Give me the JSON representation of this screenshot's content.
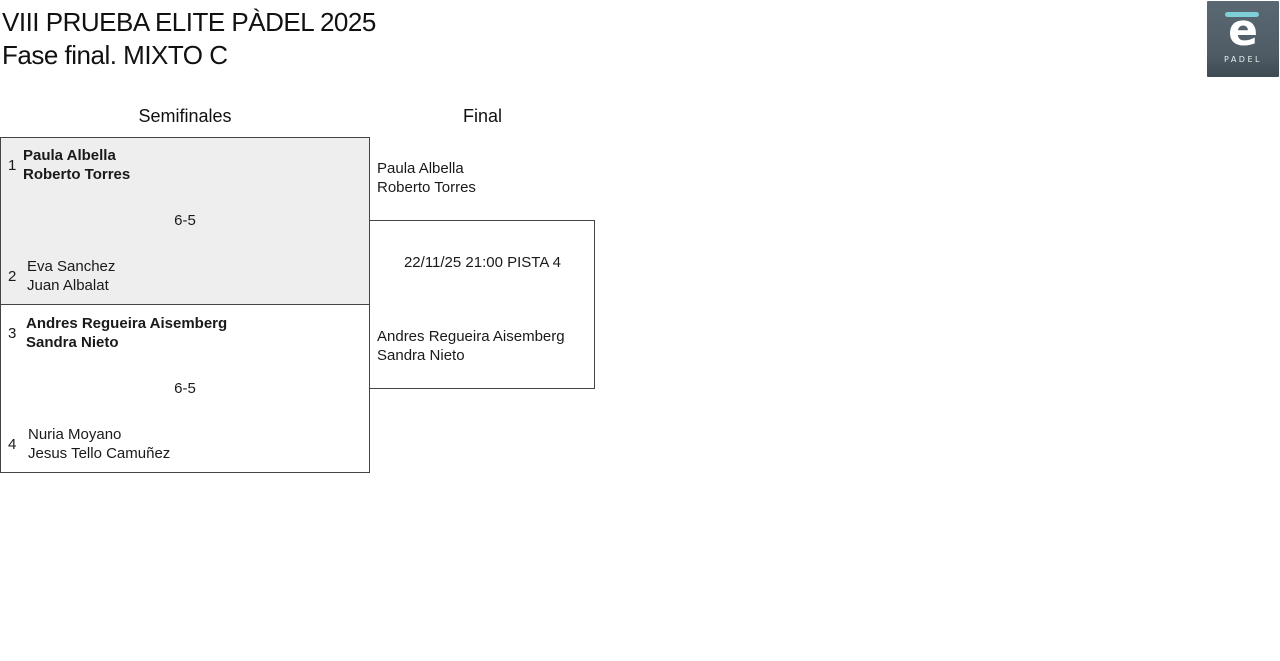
{
  "header": {
    "title_line1": "VIII PRUEBA ELITE PÀDEL 2025",
    "title_line2": "Fase final. MIXTO C",
    "logo_letter": "e",
    "logo_word": "PADEL"
  },
  "rounds": {
    "semifinals_label": "Semifinales",
    "final_label": "Final"
  },
  "semifinals": [
    {
      "score": "6-5",
      "team_top": {
        "seed": "1",
        "player1": "Paula Albella",
        "player2": "Roberto Torres",
        "winner": true
      },
      "team_bottom": {
        "seed": "2",
        "player1": "Eva Sanchez",
        "player2": "Juan Albalat",
        "winner": false
      }
    },
    {
      "score": "6-5",
      "team_top": {
        "seed": "3",
        "player1": "Andres Regueira Aisemberg",
        "player2": "Sandra Nieto",
        "winner": true
      },
      "team_bottom": {
        "seed": "4",
        "player1": "Nuria Moyano",
        "player2": "Jesus Tello Camuñez",
        "winner": false
      }
    }
  ],
  "final": {
    "schedule": "22/11/25 21:00 PISTA 4",
    "team_top": {
      "player1": "Paula Albella",
      "player2": "Roberto Torres"
    },
    "team_bottom": {
      "player1": "Andres Regueira Aisemberg",
      "player2": "Sandra Nieto"
    }
  },
  "colors": {
    "highlight_match_bg": "#eeeeee",
    "logo_bg": "#55626c",
    "logo_accent": "#7fd0d6"
  }
}
